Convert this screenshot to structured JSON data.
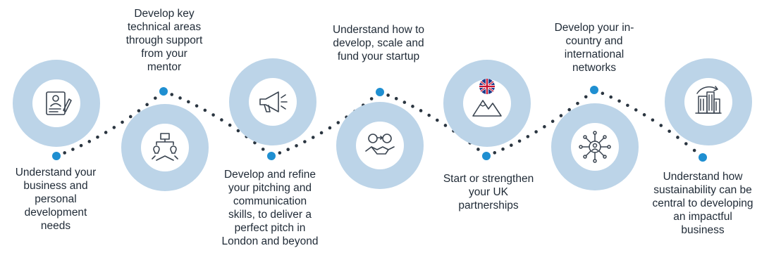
{
  "colors": {
    "outer_ring": "#bcd4e8",
    "inner_disc": "#ffffff",
    "icon_line": "#3a4450",
    "connector_dot": "#2a3540",
    "node_dot": "#1f8fd1",
    "text": "#1f2a36",
    "flag_blue": "#1e3a8a",
    "flag_red": "#c8102e"
  },
  "steps": [
    {
      "id": 1,
      "icon": "profile-document-icon",
      "text": "Understand your\nbusiness and\npersonal\ndevelopment\nneeds",
      "position": "below"
    },
    {
      "id": 2,
      "icon": "mentor-support-icon",
      "text": "Develop key\ntechnical areas\nthrough support\nfrom your\nmentor",
      "position": "above"
    },
    {
      "id": 3,
      "icon": "megaphone-icon",
      "text": "Develop and refine\nyour pitching and\ncommunication\nskills, to deliver a\nperfect pitch in\nLondon and beyond",
      "position": "below"
    },
    {
      "id": 4,
      "icon": "handshake-funding-icon",
      "text": "Understand how to\ndevelop, scale and\nfund your startup",
      "position": "above"
    },
    {
      "id": 5,
      "icon": "uk-flag-mountain-icon",
      "text": "Start or strengthen\nyour UK\npartnerships",
      "position": "below"
    },
    {
      "id": 6,
      "icon": "network-icon",
      "text": "Develop your in-\ncountry and\ninternational\nnetworks",
      "position": "above"
    },
    {
      "id": 7,
      "icon": "sustainable-building-icon",
      "text": "Understand how\nsustainability can be\ncentral to developing\nan impactful\nbusiness",
      "position": "below"
    }
  ]
}
